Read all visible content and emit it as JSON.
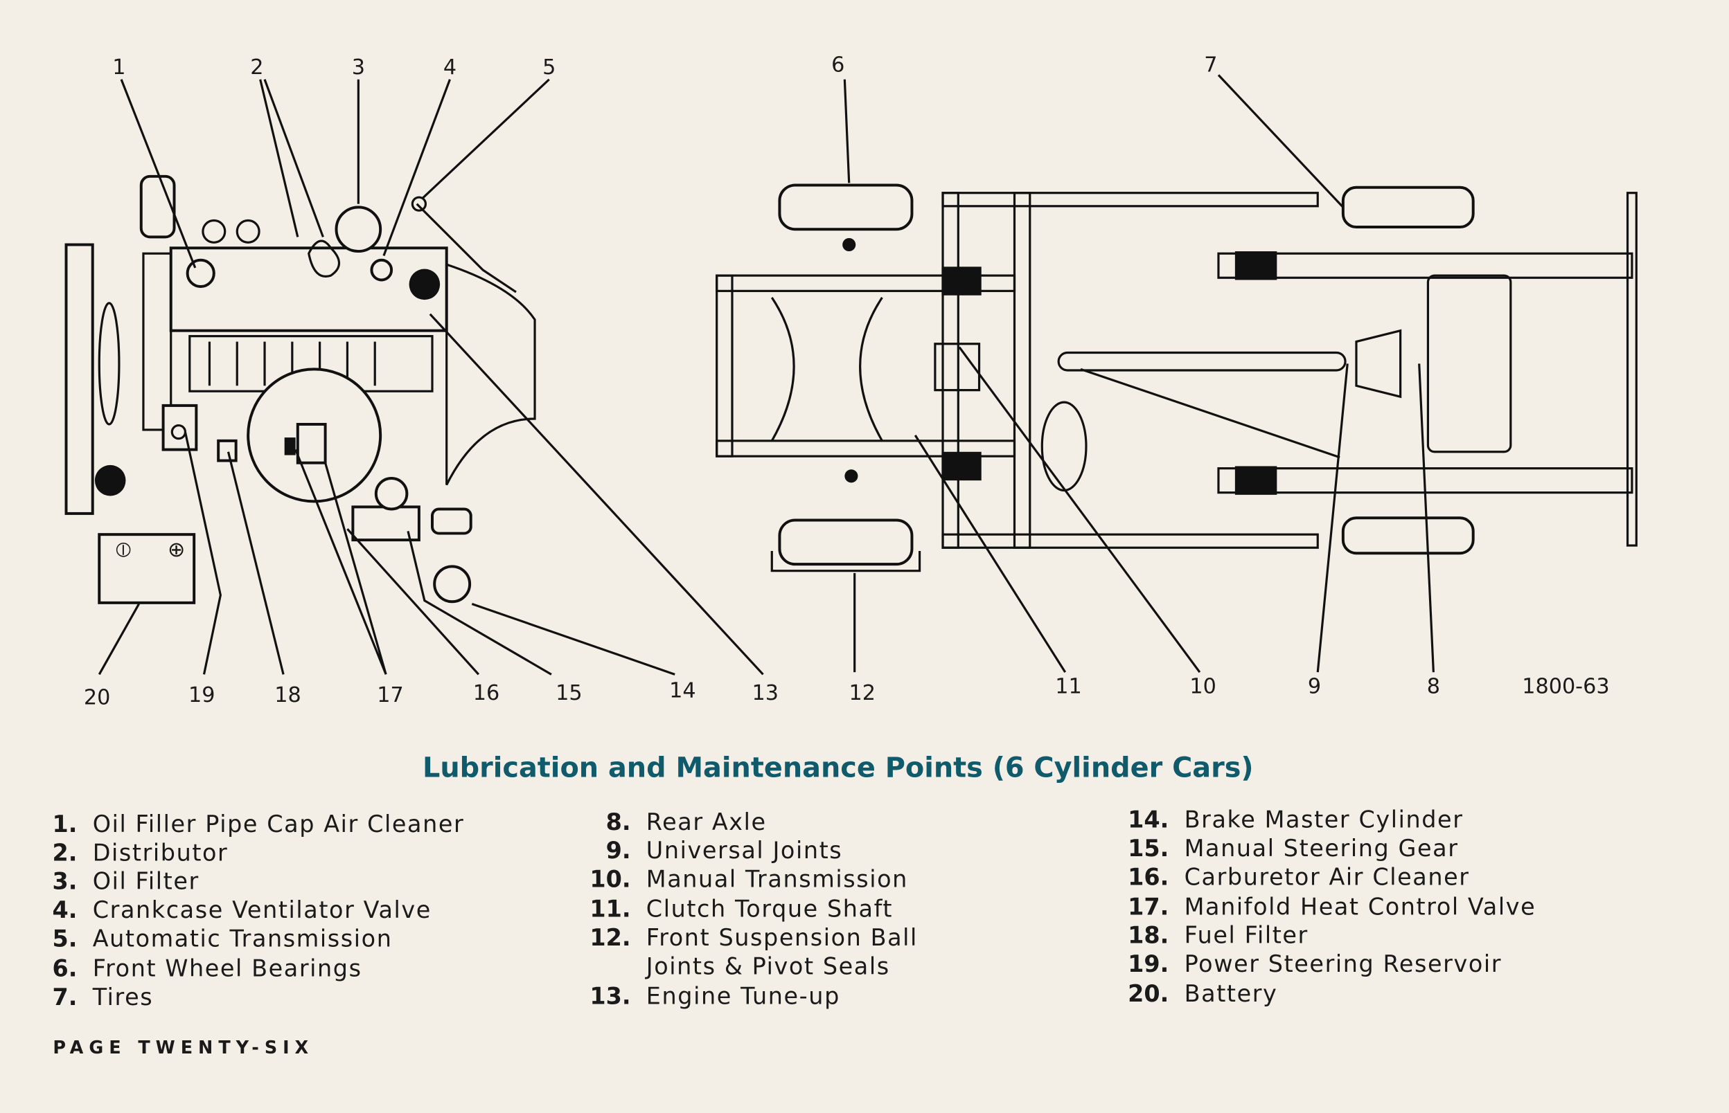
{
  "title": "Lubrication and Maintenance Points (6 Cylinder Cars)",
  "figure_id": "1800-63",
  "footer": "PAGE TWENTY-SIX",
  "colors": {
    "title": "#0f5a6b",
    "paper": "#f3eee6",
    "ink": "#111111"
  },
  "callouts": [
    "1",
    "2",
    "3",
    "4",
    "5",
    "6",
    "7",
    "8",
    "9",
    "10",
    "11",
    "12",
    "13",
    "14",
    "15",
    "16",
    "17",
    "18",
    "19",
    "20"
  ],
  "items": [
    {
      "num": "1.",
      "label": "Oil Filler Pipe Cap Air Cleaner"
    },
    {
      "num": "2.",
      "label": "Distributor"
    },
    {
      "num": "3.",
      "label": "Oil Filter"
    },
    {
      "num": "4.",
      "label": "Crankcase Ventilator Valve"
    },
    {
      "num": "5.",
      "label": "Automatic Transmission"
    },
    {
      "num": "6.",
      "label": "Front Wheel Bearings"
    },
    {
      "num": "7.",
      "label": "Tires"
    },
    {
      "num": "8.",
      "label": "Rear Axle"
    },
    {
      "num": "9.",
      "label": "Universal Joints"
    },
    {
      "num": "10.",
      "label": "Manual Transmission"
    },
    {
      "num": "11.",
      "label": "Clutch Torque Shaft"
    },
    {
      "num": "12.",
      "label": "Front Suspension Ball",
      "label2": "Joints & Pivot Seals"
    },
    {
      "num": "13.",
      "label": "Engine Tune-up"
    },
    {
      "num": "14.",
      "label": "Brake Master Cylinder"
    },
    {
      "num": "15.",
      "label": "Manual Steering Gear"
    },
    {
      "num": "16.",
      "label": "Carburetor Air Cleaner"
    },
    {
      "num": "17.",
      "label": "Manifold Heat Control Valve"
    },
    {
      "num": "18.",
      "label": "Fuel Filter"
    },
    {
      "num": "19.",
      "label": "Power Steering Reservoir"
    },
    {
      "num": "20.",
      "label": "Battery"
    }
  ]
}
